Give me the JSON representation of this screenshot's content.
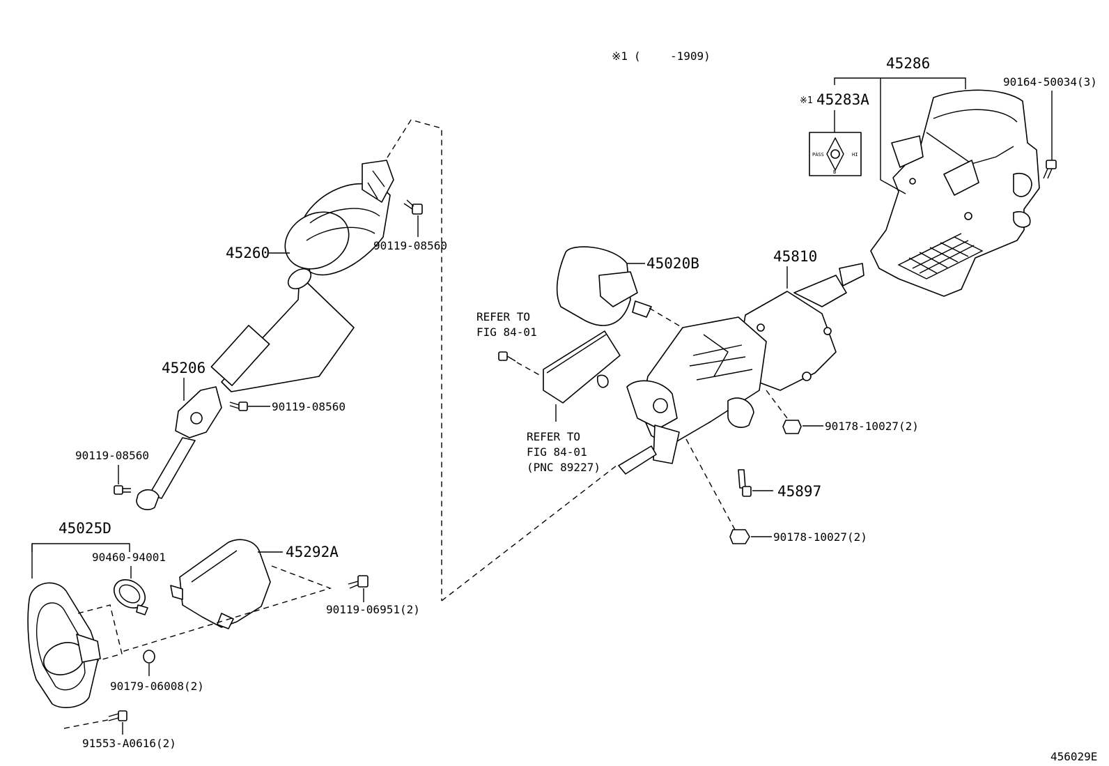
{
  "note": {
    "mark": "※1",
    "open": "(",
    "range": "-1909)"
  },
  "labels": {
    "p45286": "45286",
    "p45283a_mark": "※1",
    "p45283a": "45283A",
    "p90164": "90164-50034(3)",
    "p45260": "45260",
    "p90119_top": "90119-08560",
    "p45020b": "45020B",
    "p45810": "45810",
    "refer1_a": "REFER TO",
    "refer1_b": "FIG 84-01",
    "p45206": "45206",
    "p90119_mid": "90119-08560",
    "p90119_left": "90119-08560",
    "p90178_a": "90178-10027(2)",
    "refer2_a": "REFER TO",
    "refer2_b": "FIG 84-01",
    "refer2_c": "(PNC 89227)",
    "p45897": "45897",
    "p45025d": "45025D",
    "p90460": "90460-94001",
    "p45292a": "45292A",
    "p90119_06951": "90119-06951(2)",
    "p90178_b": "90178-10027(2)",
    "p90179": "90179-06008(2)",
    "p91553": "91553-A0616(2)",
    "figure_id": "456029E"
  },
  "switch_plate": {
    "left": "PASS",
    "right": "HI",
    "bottom": "B"
  },
  "colors": {
    "ink": "#000000",
    "paper": "#ffffff"
  }
}
